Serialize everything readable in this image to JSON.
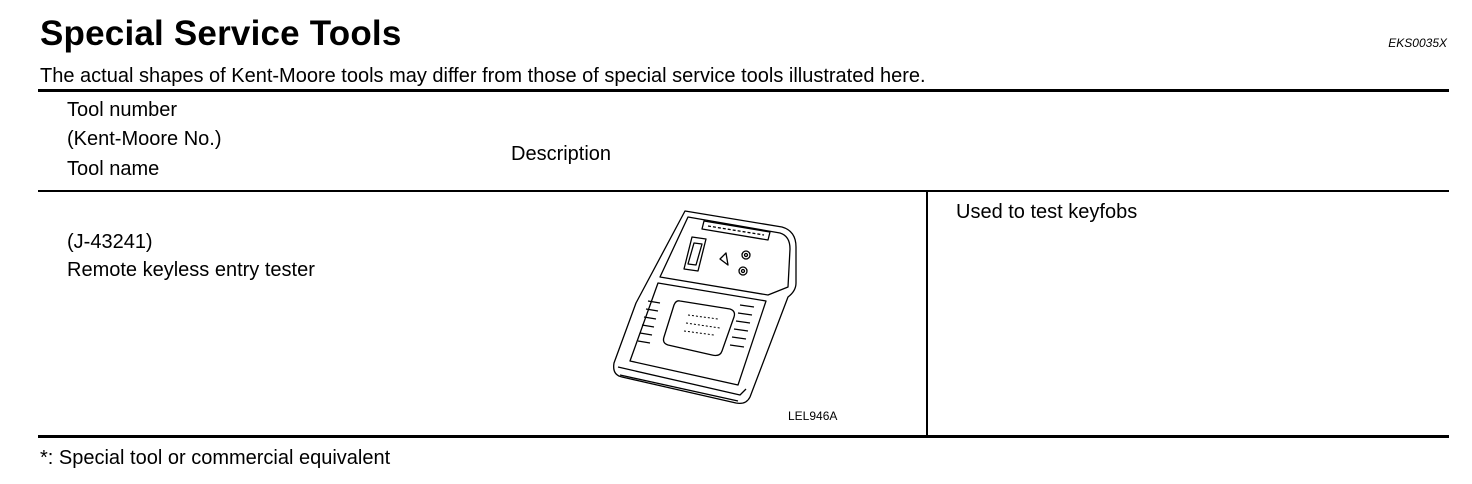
{
  "header": {
    "title": "Special Service Tools",
    "code": "EKS0035X",
    "intro": "The actual shapes of Kent-Moore tools may differ from those of special service tools illustrated here."
  },
  "table": {
    "columns": {
      "tool_line1": "Tool number",
      "tool_line2": "(Kent-Moore No.)",
      "tool_line3": "Tool name",
      "description": "Description"
    },
    "rows": [
      {
        "tool_number": "(J-43241)",
        "tool_name": "Remote keyless entry tester",
        "figure_code": "LEL946A",
        "description": "Used to test keyfobs"
      }
    ]
  },
  "footnote": "*: Special tool or commercial equivalent",
  "colors": {
    "text": "#000000",
    "background": "#ffffff"
  }
}
